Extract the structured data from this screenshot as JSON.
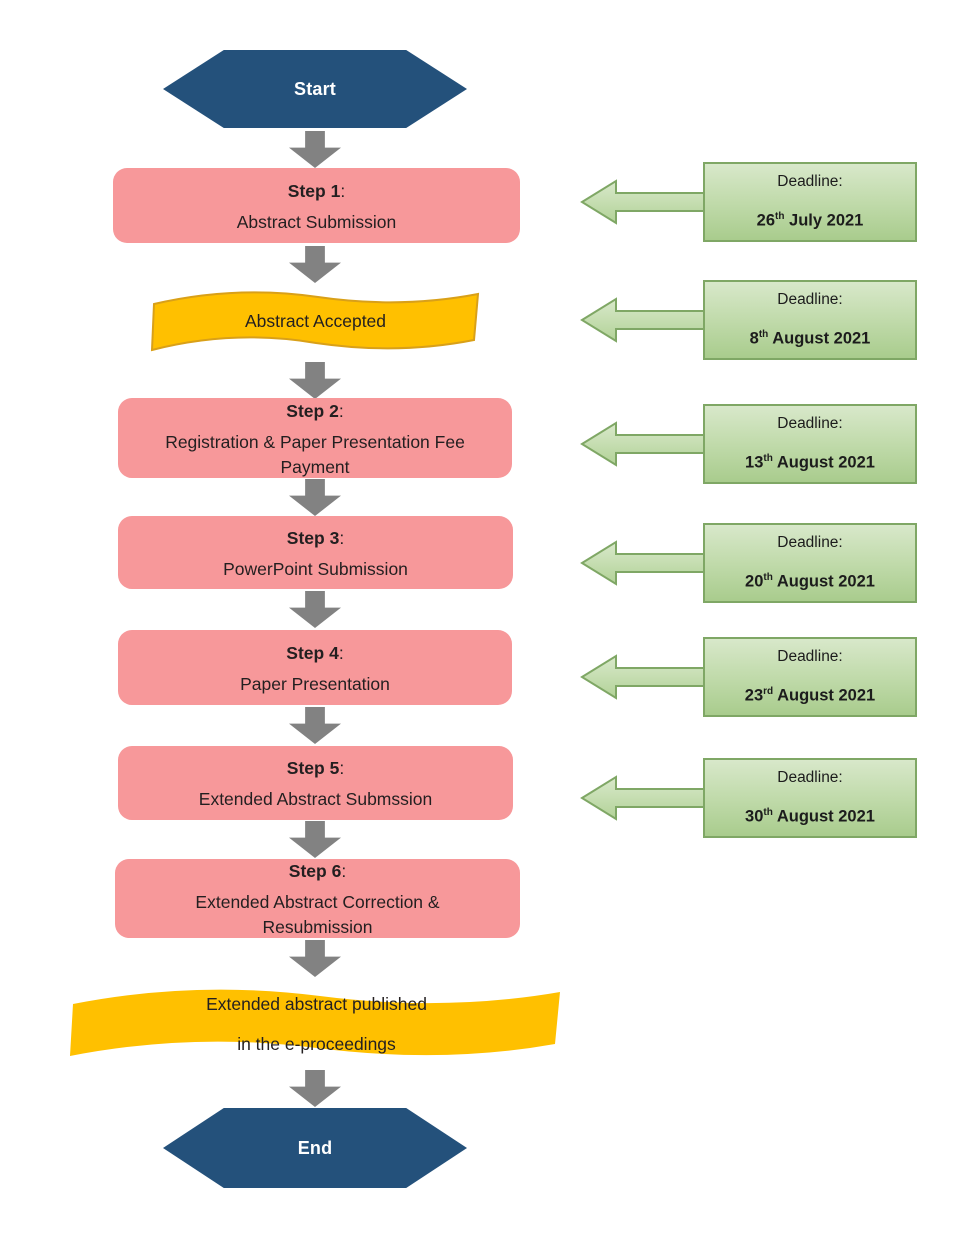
{
  "colors": {
    "terminator_fill": "#24517B",
    "step_fill": "#F7989A",
    "wave_fill": "#FFC000",
    "wave_border": "#D9A018",
    "deadline_fill_top": "#D8E8CA",
    "deadline_fill_bottom": "#A9CC8D",
    "deadline_border": "#7FA765",
    "connector_gray": "#828282",
    "text_dark": "#231F20",
    "terminator_text": "#FFFFFF"
  },
  "flow": {
    "start": "Start",
    "end": "End",
    "accepted": "Abstract Accepted",
    "published_line1": "Extended abstract published",
    "published_line2": "in the e-proceedings",
    "steps": [
      {
        "title": "Step 1",
        "colon": ":",
        "desc": "Abstract Submission"
      },
      {
        "title": "Step 2",
        "colon": ":",
        "desc": "Registration & Paper Presentation Fee Payment"
      },
      {
        "title": "Step 3",
        "colon": ":",
        "desc": "PowerPoint Submission"
      },
      {
        "title": "Step 4",
        "colon": ":",
        "desc": "Paper Presentation"
      },
      {
        "title": "Step 5",
        "colon": ":",
        "desc": "Extended Abstract Submssion"
      },
      {
        "title": "Step 6",
        "colon": ":",
        "desc": "Extended Abstract Correction & Resubmission"
      }
    ],
    "deadlines": [
      {
        "label": "Deadline:",
        "day": "26",
        "ordinal": "th",
        "date": " July 2021"
      },
      {
        "label": "Deadline:",
        "day": "8",
        "ordinal": "th",
        "date": " August 2021"
      },
      {
        "label": "Deadline:",
        "day": "13",
        "ordinal": "th",
        "date": " August 2021"
      },
      {
        "label": "Deadline:",
        "day": "20",
        "ordinal": "th",
        "date": " August 2021"
      },
      {
        "label": "Deadline:",
        "day": "23",
        "ordinal": "rd",
        "date": " August 2021"
      },
      {
        "label": "Deadline:",
        "day": "30",
        "ordinal": "th",
        "date": " August 2021"
      }
    ]
  }
}
